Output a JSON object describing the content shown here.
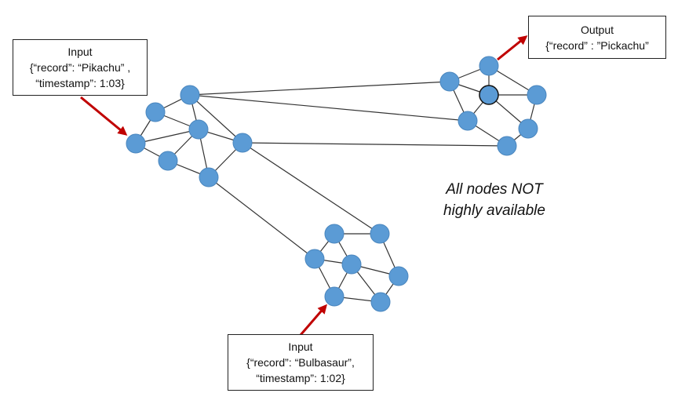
{
  "diagram": {
    "colors": {
      "node_fill": "#5B9BD5",
      "node_stroke": "#4A86BE",
      "highlight_stroke": "#111111",
      "edge": "#333333",
      "arrow": "#C00000"
    },
    "boxes": {
      "input_pikachu": {
        "title": "Input",
        "line1": "{“record”: “Pikachu” ,",
        "line2": "“timestamp”: 1:03}"
      },
      "output": {
        "title": "Output",
        "line1": "{“record” : ”Pickachu”"
      },
      "input_bulbasaur": {
        "title": "Input",
        "line1": "{“record”: “Bulbasaur”,",
        "line2": "“timestamp”: 1:02}"
      }
    },
    "note": {
      "line1": "All nodes NOT",
      "line2": "highly available"
    },
    "nodes": [
      {
        "id": "A",
        "cluster": "left"
      },
      {
        "id": "B",
        "cluster": "left"
      },
      {
        "id": "C",
        "cluster": "left"
      },
      {
        "id": "D",
        "cluster": "left",
        "entry": "input_pikachu"
      },
      {
        "id": "E",
        "cluster": "left"
      },
      {
        "id": "F",
        "cluster": "left"
      },
      {
        "id": "G",
        "cluster": "left"
      },
      {
        "id": "P",
        "cluster": "right",
        "exit": "output"
      },
      {
        "id": "Q",
        "cluster": "right"
      },
      {
        "id": "R",
        "cluster": "right",
        "highlighted": true
      },
      {
        "id": "S",
        "cluster": "right"
      },
      {
        "id": "T",
        "cluster": "right"
      },
      {
        "id": "U",
        "cluster": "right"
      },
      {
        "id": "V",
        "cluster": "right"
      },
      {
        "id": "H",
        "cluster": "bottom"
      },
      {
        "id": "I",
        "cluster": "bottom"
      },
      {
        "id": "J",
        "cluster": "bottom"
      },
      {
        "id": "K",
        "cluster": "bottom"
      },
      {
        "id": "L",
        "cluster": "bottom"
      },
      {
        "id": "M",
        "cluster": "bottom",
        "entry": "input_bulbasaur"
      },
      {
        "id": "N",
        "cluster": "bottom"
      }
    ],
    "edges": [
      [
        "A",
        "B"
      ],
      [
        "A",
        "C"
      ],
      [
        "A",
        "E"
      ],
      [
        "B",
        "C"
      ],
      [
        "B",
        "D"
      ],
      [
        "D",
        "C"
      ],
      [
        "D",
        "F"
      ],
      [
        "F",
        "C"
      ],
      [
        "F",
        "G"
      ],
      [
        "C",
        "G"
      ],
      [
        "C",
        "E"
      ],
      [
        "E",
        "G"
      ],
      [
        "A",
        "Q"
      ],
      [
        "A",
        "T"
      ],
      [
        "E",
        "V"
      ],
      [
        "E",
        "I"
      ],
      [
        "G",
        "J"
      ],
      [
        "P",
        "Q"
      ],
      [
        "P",
        "R"
      ],
      [
        "P",
        "S"
      ],
      [
        "Q",
        "R"
      ],
      [
        "Q",
        "T"
      ],
      [
        "R",
        "T"
      ],
      [
        "R",
        "S"
      ],
      [
        "R",
        "U"
      ],
      [
        "S",
        "U"
      ],
      [
        "T",
        "V"
      ],
      [
        "U",
        "V"
      ],
      [
        "H",
        "I"
      ],
      [
        "H",
        "J"
      ],
      [
        "H",
        "K"
      ],
      [
        "I",
        "L"
      ],
      [
        "J",
        "K"
      ],
      [
        "J",
        "M"
      ],
      [
        "K",
        "M"
      ],
      [
        "K",
        "L"
      ],
      [
        "K",
        "N"
      ],
      [
        "L",
        "N"
      ],
      [
        "M",
        "N"
      ]
    ],
    "arrows": [
      {
        "from": "input_pikachu",
        "to": "D"
      },
      {
        "from": "input_bulbasaur",
        "to": "M"
      },
      {
        "from": "P",
        "to": "output"
      }
    ]
  }
}
